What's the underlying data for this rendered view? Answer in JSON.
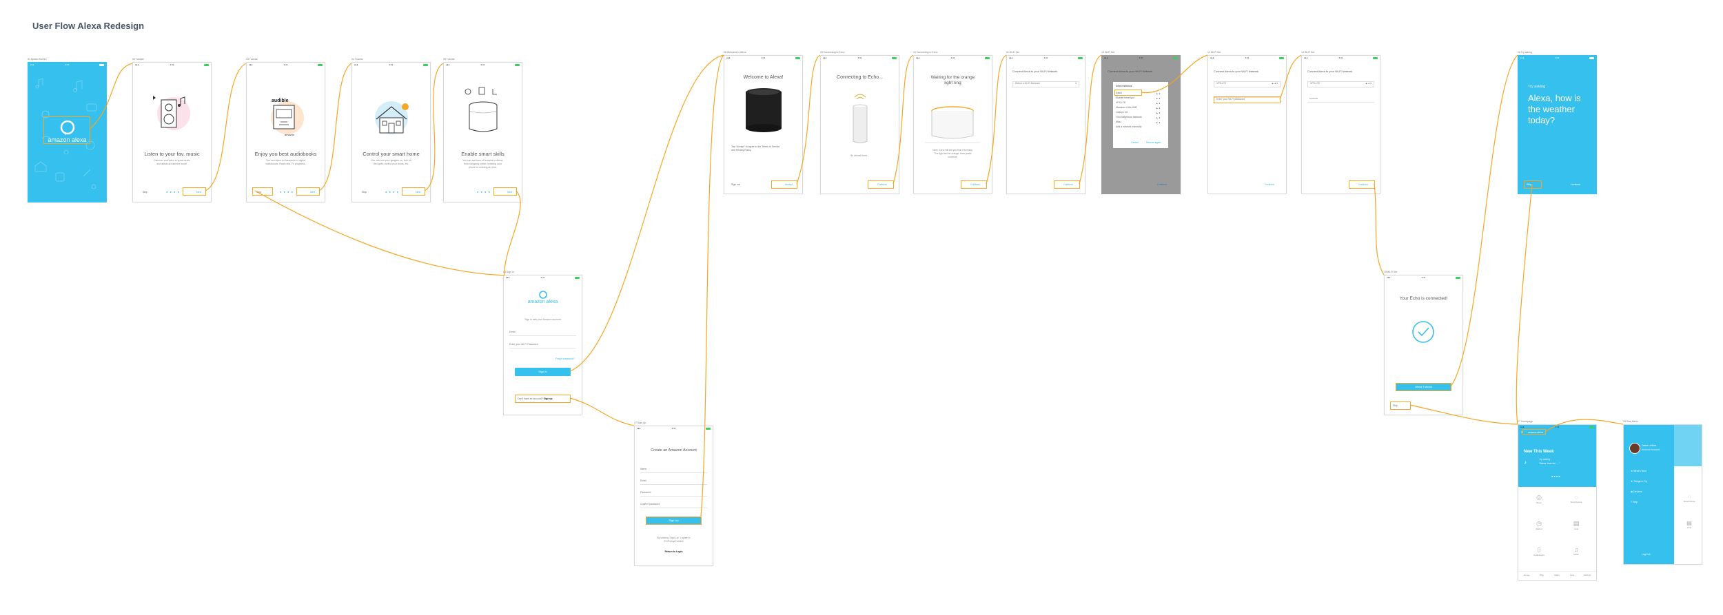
{
  "page": {
    "title": "User Flow Alexa Redesign"
  },
  "colors": {
    "brand": "#35c0ee",
    "connector": "#f5a623",
    "frame_border": "#d9d9d9"
  },
  "screens": {
    "splash": {
      "label": "01 Splash Screen",
      "logo": "amazon alexa"
    },
    "onb1": {
      "label": "02 Tutorial",
      "heading": "Listen to your fav. music",
      "sub1": "Discover and listen to great music",
      "sub2": "and artists around the world.",
      "skip": "Skip",
      "next": "Next"
    },
    "onb2": {
      "label": "03 Tutorial",
      "heading": "Enjoy you best audiobooks",
      "sub1": "You can listen to thousands of digital",
      "sub2": "audiobooks, Radio and TV programs.",
      "skip": "Skip",
      "next": "Next",
      "brand": "audible",
      "brand2": "amazon"
    },
    "onb3": {
      "label": "04 Tutorial",
      "heading": "Control your smart home",
      "sub1": "You can turn your gadgets on, turn off",
      "sub2": "the lights, control your doors, etc.",
      "skip": "Skip",
      "next": "Next"
    },
    "onb4": {
      "label": "05 Tutorial",
      "heading": "Enable smart skills",
      "sub1": "You can add tons of features to Alexa,",
      "sub2": "from shopping online, ordering your",
      "sub3": "phone to ordering an uber.",
      "next": "Next"
    },
    "signin": {
      "label": "06 Sign In",
      "logo": "amazon alexa",
      "prompt": "Sign in with your Amazon account",
      "email": "Email",
      "password": "Enter your Wi-Fi Password",
      "forgot": "Forgot password?",
      "button": "Sign In",
      "noacc": "Don't have an account?",
      "signup": "Sign up"
    },
    "create": {
      "label": "07 Sign Up",
      "heading": "Create an Amazon Account",
      "name": "Name",
      "email": "Email",
      "password": "Password",
      "confirm": "Confirm password",
      "button": "Sign Up",
      "terms1": "By clicking \"Sign Up\" I agree to",
      "terms2": "TC/Policy/Content",
      "back": "Return to Login"
    },
    "welcome": {
      "label": "08 Welcome to Alexa",
      "heading": "Welcome to Alexa!",
      "terms1": "Tap \"Accept\" to agree to the Terms of Service",
      "terms2": "and Privacy Policy.",
      "signout": "Sign out",
      "accept": "Accept"
    },
    "connecting": {
      "label": "09 Connecting to Echo",
      "heading": "Connecting to Echo...",
      "sub": "It's almost there...",
      "next": "Continue"
    },
    "waiting": {
      "label": "10 Connecting to Echo",
      "heading1": "Waiting for the orange",
      "heading2": "light ring",
      "sub1": "Next, Echo will tell you that it is ready.",
      "sub2": "The light will be orange, then press",
      "sub3": "continue.",
      "next": "Continue"
    },
    "wifi1": {
      "label": "11 Wi-Fi Set",
      "heading": "Connect Alexa to your Wi-Fi Network",
      "select": "Select a Wi-Fi Network",
      "next": "Continue"
    },
    "wifimodal": {
      "label": "12 Wi-Fi Set",
      "heading": "Connect Alexa to your Wi-Fi Network",
      "modal_title": "Select Network",
      "networks": [
        "Kashi",
        "MobileHomeSpot",
        "VPS-LTE",
        "Mansion of the WiFi",
        "Linksys 4G",
        "Your Neighbors Network",
        "Miau",
        "Add a network manually"
      ],
      "cancel": "Cancel",
      "rescan": "Rescan again",
      "next": "Continue"
    },
    "wifi2": {
      "label": "13 Wi-Fi Set",
      "heading": "Connect Alexa to your Wi-Fi Network",
      "network": "VPS-LTE",
      "password": "Enter your Wi-Fi password",
      "next": "Continue"
    },
    "wifi3": {
      "label": "14 Wi-Fi Set",
      "heading": "Connect Alexa to your Wi-Fi Network",
      "network": "VPS-LTE",
      "password": "••••••••••",
      "next": "Continue"
    },
    "connected": {
      "label": "15 Wi-Fi Set",
      "heading": "Your Echo is connected!",
      "button": "Alexa Tutorial",
      "skip": "Skip"
    },
    "tryasking": {
      "label": "16 Try asking",
      "small": "Try asking",
      "big1": "Alexa, how is",
      "big2": "the weather",
      "big3": "today?",
      "skip": "Skip",
      "next": "Continue"
    },
    "home": {
      "label": "17 Homepage",
      "logo": "amazon alexa",
      "banner": "New This Week",
      "banner_sub1": "Try asking",
      "banner_sub2": "\"Alexa, how do I ...\"",
      "tiles": [
        "Music",
        "Smart Home",
        "Alarms",
        "Lists",
        "Audiobooks",
        "Music"
      ],
      "tabs": [
        "Home",
        "Play",
        "Alarm",
        "Lists",
        "Settings"
      ]
    },
    "menu": {
      "label": "18 Side Menu",
      "user": "Jaime Linford",
      "user_sub": "Amazon Account",
      "items": [
        "What's Next",
        "Things to Try",
        "Devices",
        "Help"
      ],
      "logout": "Log Out",
      "side_tiles": [
        "Smart Home",
        "Lists"
      ]
    }
  }
}
